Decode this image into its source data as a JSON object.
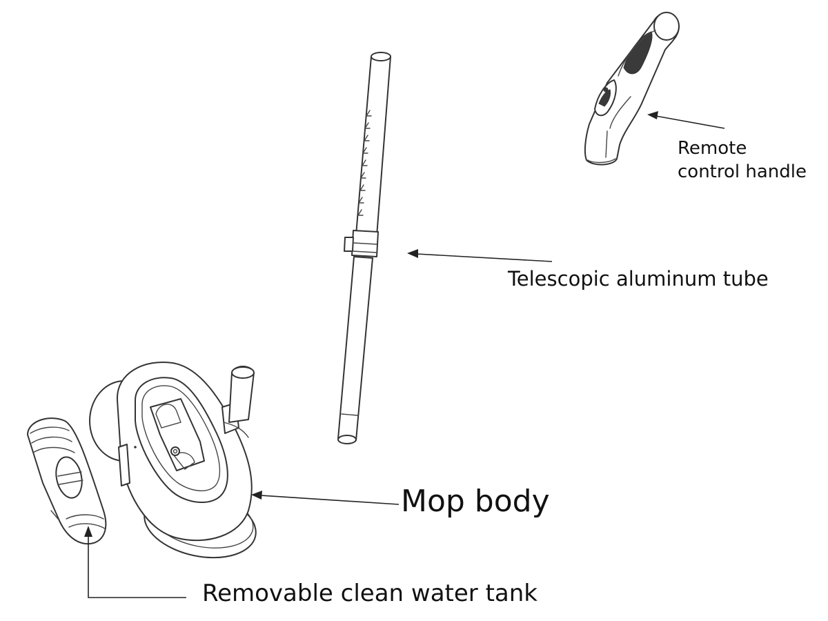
{
  "labels": {
    "remote_control_handle_line1": "Remote",
    "remote_control_handle_line2": "control handle",
    "telescopic_tube": "Telescopic aluminum tube",
    "mop_body": "Mop body",
    "water_tank": "Removable clean water tank"
  },
  "colors": {
    "line": "#333333",
    "text": "#111111",
    "background": "#ffffff"
  }
}
